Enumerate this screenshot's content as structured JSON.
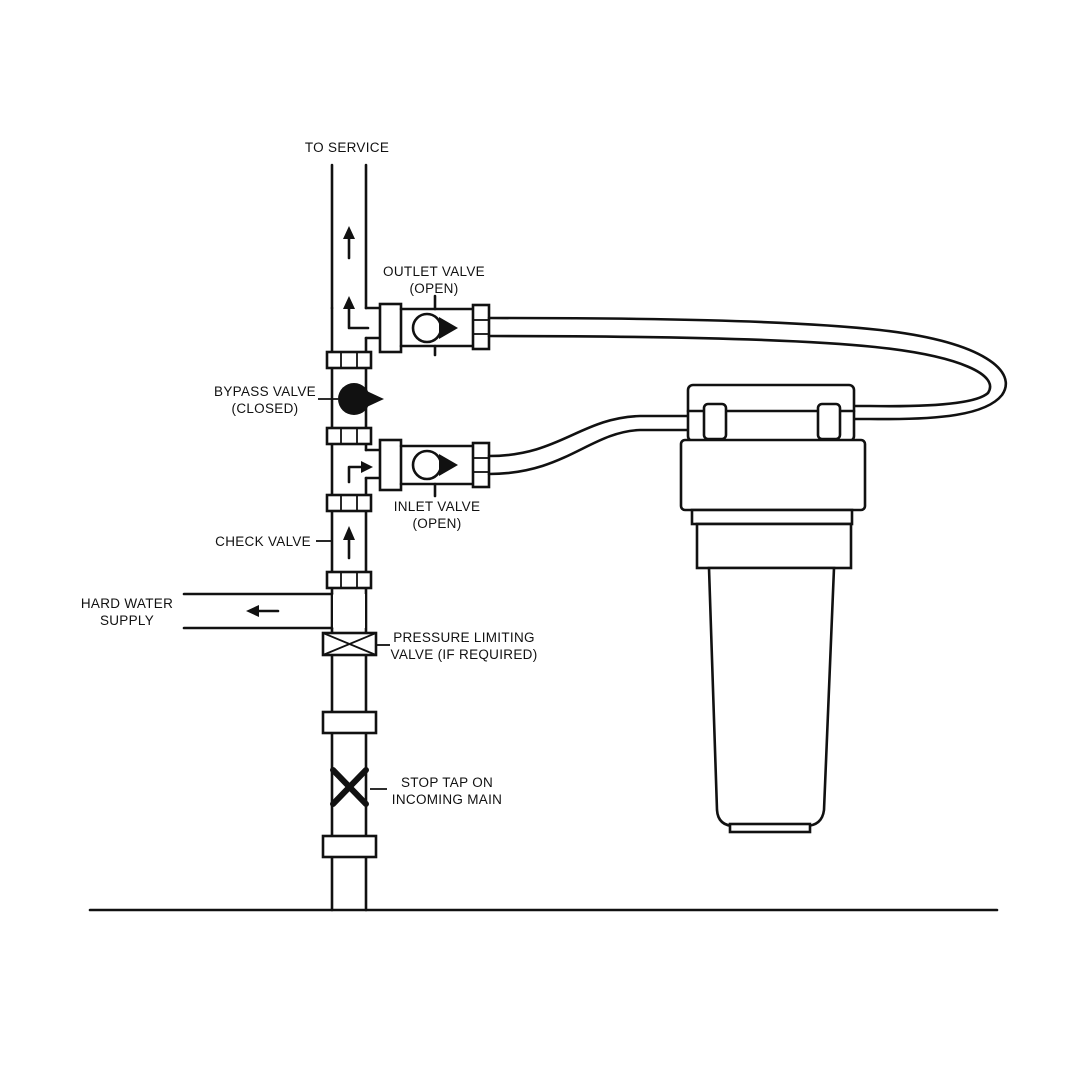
{
  "colors": {
    "ink": "#111111",
    "background": "#ffffff"
  },
  "labels": {
    "to_service": "TO SERVICE",
    "outlet_valve": [
      "OUTLET VALVE",
      "(OPEN)"
    ],
    "bypass_valve": [
      "BYPASS VALVE",
      "(CLOSED)"
    ],
    "inlet_valve": [
      "INLET VALVE",
      "(OPEN)"
    ],
    "check_valve": "CHECK VALVE",
    "hard_water_supply": [
      "HARD WATER",
      "SUPPLY"
    ],
    "pressure_limiting_valve": [
      "PRESSURE LIMITING",
      "VALVE (IF REQUIRED)"
    ],
    "stop_tap": [
      "STOP TAP ON",
      "INCOMING MAIN"
    ]
  }
}
